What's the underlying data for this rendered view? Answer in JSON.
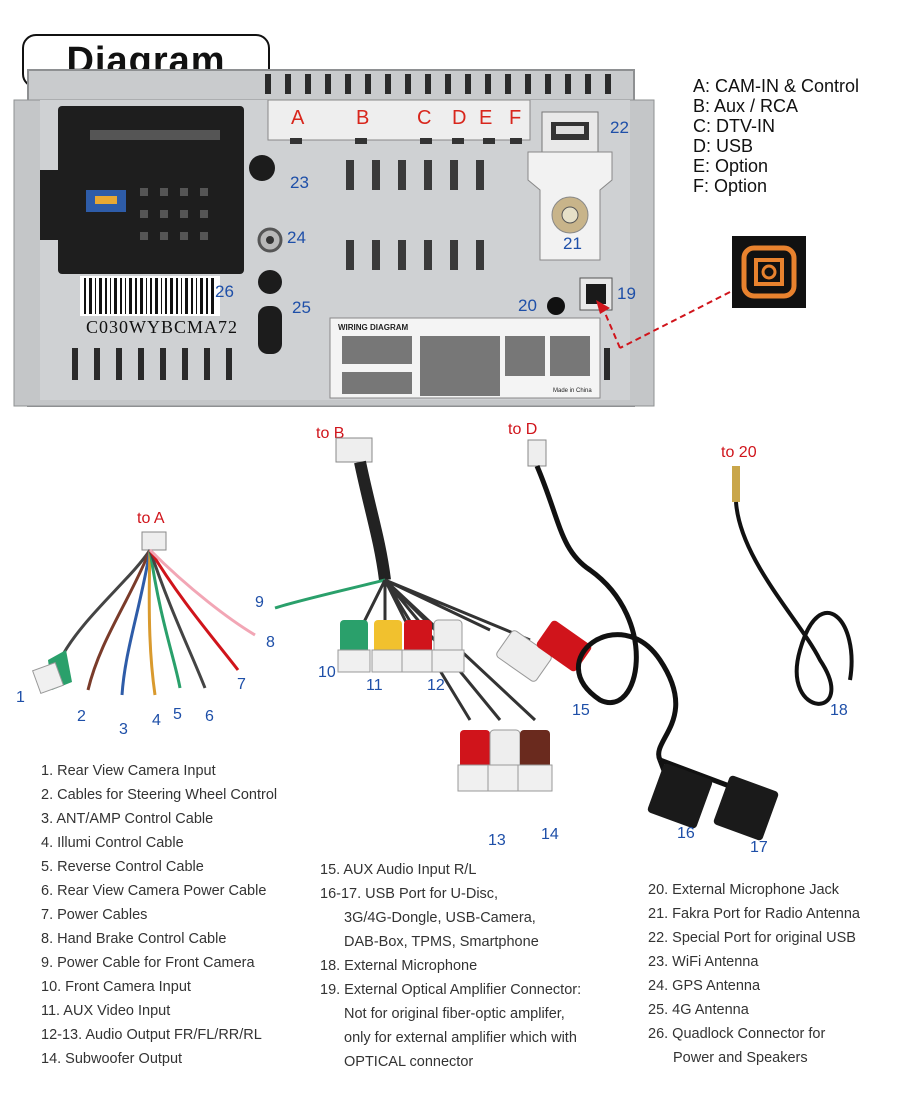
{
  "title": "Diagram",
  "port_legend": [
    "A: CAM-IN & Control",
    "B: Aux / RCA",
    "C: DTV-IN",
    "D: USB",
    "E: Option",
    "F: Option"
  ],
  "unit_plug_letters": [
    "A",
    "B",
    "C",
    "D",
    "E",
    "F"
  ],
  "unit_numbers": {
    "n19": "19",
    "n20": "20",
    "n21": "21",
    "n22": "22",
    "n23": "23",
    "n24": "24",
    "n25": "25",
    "n26": "26"
  },
  "barcode_text": "C030WYBCMA72",
  "wiring_label": "WIRING DIAGRAM",
  "made_in": "Made in China",
  "connector_labels": {
    "to_a": "to A",
    "to_b": "to B",
    "to_d": "to D",
    "to_20": "to 20"
  },
  "cable_numbers": [
    "1",
    "2",
    "3",
    "4",
    "5",
    "6",
    "7",
    "8",
    "9",
    "10",
    "11",
    "12",
    "13",
    "14",
    "15",
    "16",
    "17",
    "18"
  ],
  "descriptions_col1": [
    "1. Rear View Camera Input",
    "2. Cables for Steering Wheel Control",
    "3. ANT/AMP Control Cable",
    "4. Illumi Control Cable",
    "5. Reverse Control Cable",
    "6. Rear View Camera Power Cable",
    "7. Power Cables",
    "8. Hand Brake Control Cable",
    "9. Power Cable for Front Camera",
    "10. Front Camera Input",
    "11. AUX Video Input",
    "12-13. Audio Output FR/FL/RR/RL",
    "14. Subwoofer Output"
  ],
  "descriptions_col2": [
    "15. AUX Audio Input R/L",
    "16-17. USB Port for U-Disc,",
    "3G/4G-Dongle, USB-Camera,",
    "DAB-Box, TPMS, Smartphone",
    "18. External Microphone",
    "19. External Optical Amplifier Connector:",
    "Not for original fiber-optic amplifer,",
    "only for external amplifier which with",
    "OPTICAL connector"
  ],
  "descriptions_col3": [
    "20. External Microphone Jack",
    "21. Fakra Port for Radio Antenna",
    "22. Special Port for original USB",
    "23. WiFi Antenna",
    "24. GPS Antenna",
    "25. 4G Antenna",
    "26. Quadlock Connector for",
    "Power and Speakers"
  ],
  "colors": {
    "label_red": "#d0141b",
    "number_blue": "#1e4fa8",
    "chassis_gray": "#c9cbcd",
    "optical_orange": "#e8822e"
  },
  "icons": [
    "optical-port-icon",
    "quadlock-connector-icon",
    "usb-port-icon",
    "antenna-jack-icon",
    "barcode-icon"
  ]
}
